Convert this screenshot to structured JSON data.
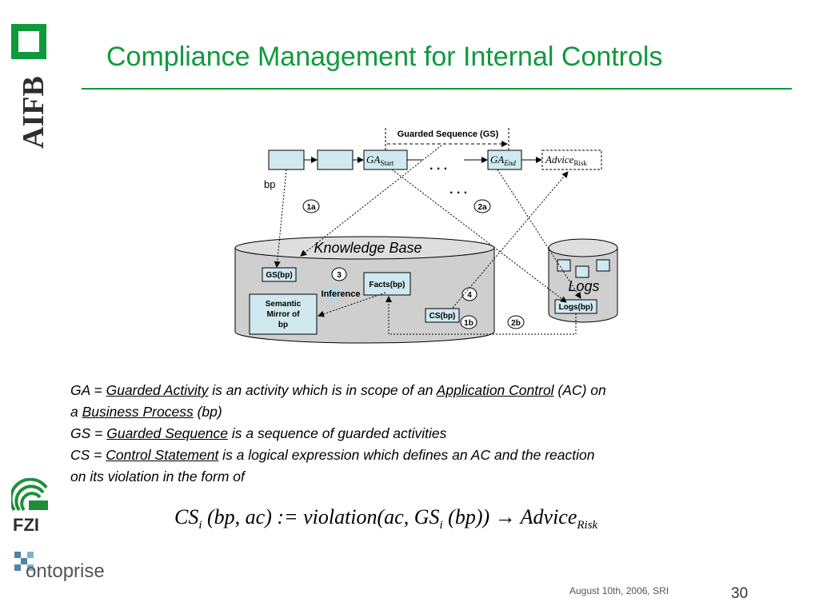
{
  "slide": {
    "title": "Compliance Management for Internal Controls",
    "footer_date": "August 10th, 2006, SRI",
    "page_number": "30",
    "accent_color": "#0e9a3c"
  },
  "logos": {
    "aifb": "AIFB",
    "fzi": "FZI",
    "ontoprise": "ontoprise"
  },
  "diagram": {
    "gs_label": "Guarded Sequence (GS)",
    "ga_start_main": "GA",
    "ga_start_sub": "Start",
    "ga_end_main": "GA",
    "ga_end_sub": "End",
    "advice_main": "Advice",
    "advice_sub": "Risk",
    "ellipsis": ". . .",
    "bp": "bp",
    "markers": [
      "1a",
      "2a",
      "3",
      "4",
      "1b",
      "2b"
    ],
    "kb_title": "Knowledge Base",
    "gs_bp": "GS(bp)",
    "facts_bp": "Facts(bp)",
    "inference": "Inference",
    "semantic_mirror": [
      "Semantic",
      "Mirror of",
      "bp"
    ],
    "cs_bp": "CS(bp)",
    "logs_title": "Logs",
    "logs_bp": "Logs(bp)",
    "box_fill": "#cfe9ee"
  },
  "definitions": {
    "ga": {
      "prefix": "GA = ",
      "term": "Guarded Activity",
      "mid": " is an activity which is in scope of an ",
      "term2": "Application Control",
      "suffix": " (AC) on"
    },
    "ga_cont": {
      "prefix": "a ",
      "term": "Business Process",
      "suffix": " (bp)"
    },
    "gs": {
      "prefix": "GS = ",
      "term": "Guarded Sequence",
      "suffix": " is a sequence of guarded activities"
    },
    "cs": {
      "prefix": "CS = ",
      "term": "Control Statement",
      "suffix": " is a logical expression which defines an AC and the reaction"
    },
    "cs_cont": "on its violation in the form of"
  },
  "formula": {
    "p1": "CS",
    "s1": "i",
    "p2": " (bp, ac) := violation(ac, GS",
    "s2": "i",
    "p3": " (bp)) → Advice",
    "s3": "Risk"
  }
}
